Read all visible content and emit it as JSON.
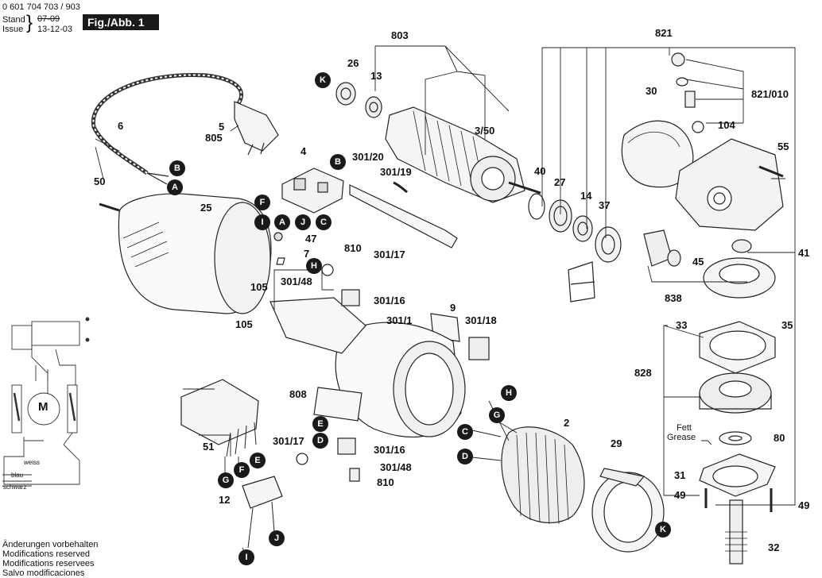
{
  "header": {
    "part_number": "0 601 704 703 / 903",
    "stand_label": "Stand",
    "issue_label": "Issue",
    "stand_date": "07-09",
    "issue_date": "13-12-03",
    "figure": "Fig./Abb. 1"
  },
  "footer": {
    "lines": [
      "Änderungen vorbehalten",
      "Modifications reserved",
      "Modifications reservees",
      "Salvo modificaciones"
    ]
  },
  "callouts": {
    "c803": "803",
    "c821": "821",
    "c26": "26",
    "c13": "13",
    "c6": "6",
    "c5": "5",
    "c805": "805",
    "c3_50": "3/50",
    "c30": "30",
    "c821_010": "821/010",
    "c104": "104",
    "c55": "55",
    "c4": "4",
    "c301_20": "301/20",
    "c301_19": "301/19",
    "c40": "40",
    "c27": "27",
    "c14": "14",
    "c37": "37",
    "c50": "50",
    "c25": "25",
    "c47": "47",
    "c7": "7",
    "c810a": "810",
    "c301_17a": "301/17",
    "c105a": "105",
    "c105b": "105",
    "c301_48a": "301/48",
    "c301_16a": "301/16",
    "c45": "45",
    "c41": "41",
    "c838": "838",
    "c9": "9",
    "c301_1": "301/1",
    "c301_18": "301/18",
    "c33": "33",
    "c35": "35",
    "c828": "828",
    "c808": "808",
    "c2": "2",
    "c51": "51",
    "c301_17b": "301/17",
    "c301_16b": "301/16",
    "c301_48b": "301/48",
    "c810b": "810",
    "c29": "29",
    "c80": "80",
    "c31": "31",
    "c49a": "49",
    "c49b": "49",
    "c12": "12",
    "c32": "32",
    "fett": "Fett",
    "grease": "Grease"
  },
  "markers": {
    "K": "K",
    "B": "B",
    "A": "A",
    "F": "F",
    "I": "I",
    "J": "J",
    "C": "C",
    "H": "H",
    "G": "G",
    "E": "E",
    "D": "D"
  },
  "wiring": {
    "motor": "M",
    "weiss": "weiss",
    "blau": "blau",
    "schwarz": "schwarz"
  }
}
